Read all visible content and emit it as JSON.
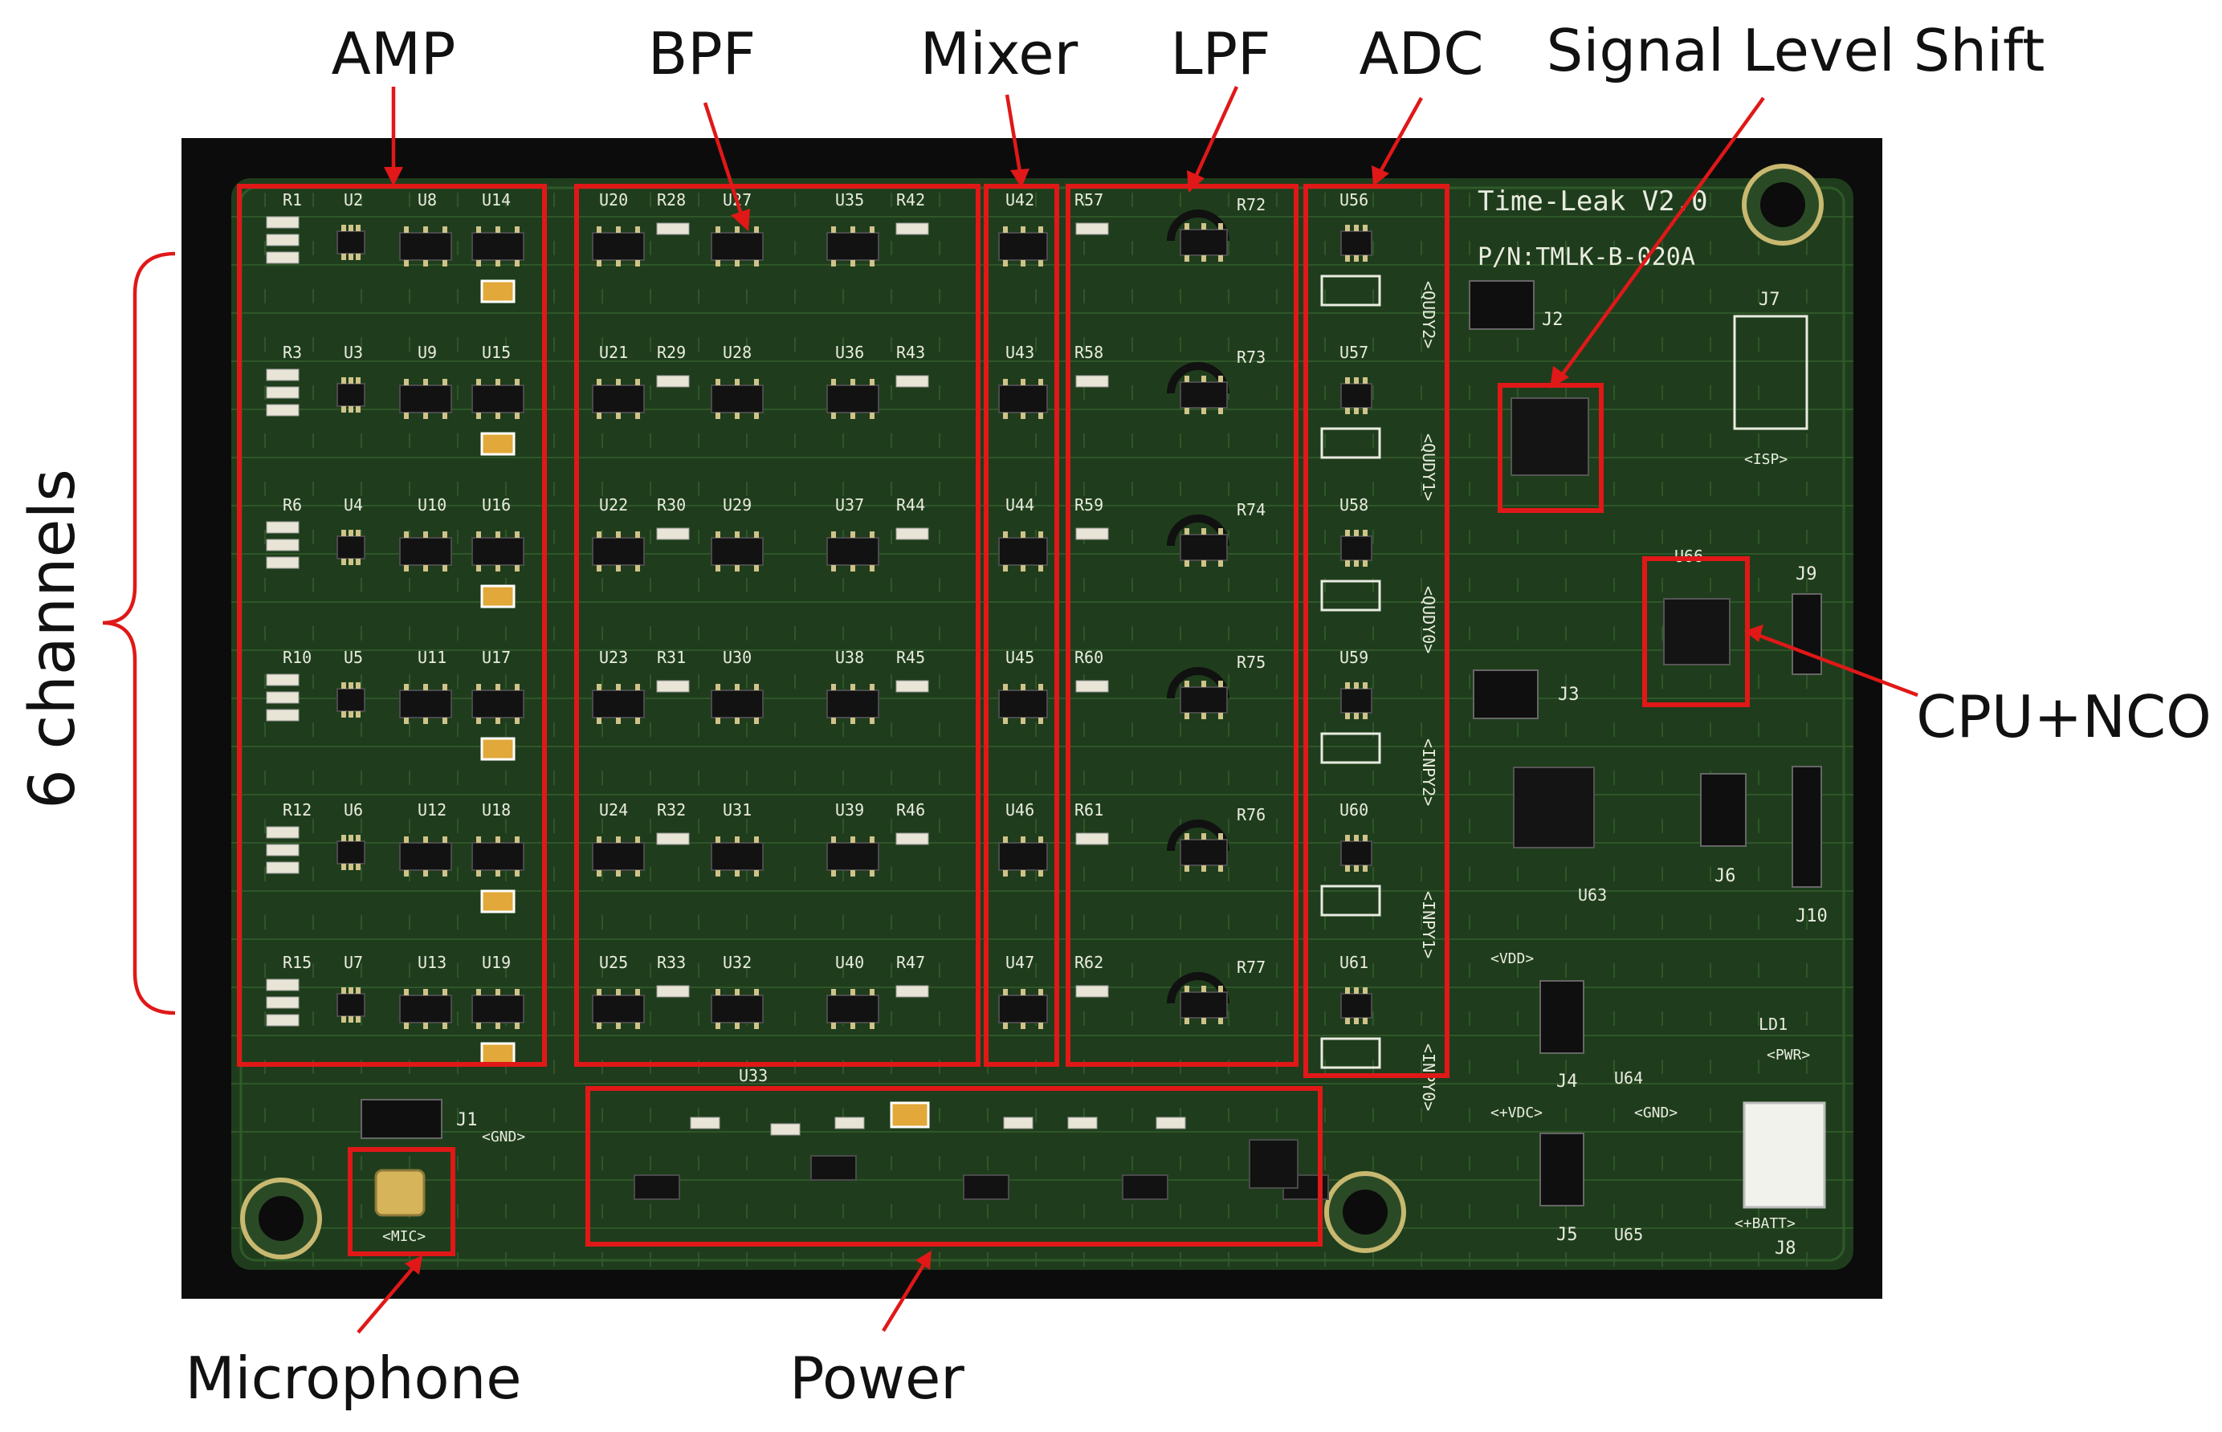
{
  "figure": {
    "labels": {
      "amp": "AMP",
      "bpf": "BPF",
      "mixer": "Mixer",
      "lpf": "LPF",
      "adc": "ADC",
      "signal_level_shift": "Signal Level Shift",
      "cpu_nco": "CPU+NCO",
      "channels": "6 channels",
      "microphone": "Microphone",
      "power": "Power"
    },
    "board": {
      "title": "Time-Leak V2.0",
      "part_number": "P/N:TMLK-B-020A",
      "row_refs": [
        {
          "amp": [
            "R1",
            "U2",
            "U8",
            "U14"
          ],
          "bpf": [
            "U20",
            "R28",
            "U27",
            "U35",
            "R42"
          ],
          "mix": "U42",
          "lpf": [
            "R57",
            "R72"
          ],
          "adc": "U56"
        },
        {
          "amp": [
            "R3",
            "U3",
            "U9",
            "U15"
          ],
          "bpf": [
            "U21",
            "R29",
            "U28",
            "U36",
            "R43"
          ],
          "mix": "U43",
          "lpf": [
            "R58",
            "R73"
          ],
          "adc": "U57"
        },
        {
          "amp": [
            "R6",
            "U4",
            "U10",
            "U16"
          ],
          "bpf": [
            "U22",
            "R30",
            "U29",
            "U37",
            "R44"
          ],
          "mix": "U44",
          "lpf": [
            "R59",
            "R74"
          ],
          "adc": "U58"
        },
        {
          "amp": [
            "R10",
            "U5",
            "U11",
            "U17"
          ],
          "bpf": [
            "U23",
            "R31",
            "U30",
            "U38",
            "R45"
          ],
          "mix": "U45",
          "lpf": [
            "R60",
            "R75"
          ],
          "adc": "U59"
        },
        {
          "amp": [
            "R12",
            "U6",
            "U12",
            "U18"
          ],
          "bpf": [
            "U24",
            "R32",
            "U31",
            "U39",
            "R46"
          ],
          "mix": "U46",
          "lpf": [
            "R61",
            "R76"
          ],
          "adc": "U60"
        },
        {
          "amp": [
            "R15",
            "U7",
            "U13",
            "U19"
          ],
          "bpf": [
            "U25",
            "R33",
            "U32",
            "U40",
            "R47"
          ],
          "mix": "U47",
          "lpf": [
            "R62",
            "R77"
          ],
          "adc": "U61"
        }
      ],
      "adc_tags": [
        "<QUDY2>",
        "<QUDY1>",
        "<QUDY0>",
        "<INPY2>",
        "<INPY1>",
        "<INPY0>"
      ],
      "connectors": [
        "J1",
        "J2",
        "J3",
        "J4",
        "J5",
        "J6",
        "J7",
        "J8",
        "J9",
        "J10"
      ],
      "misc": {
        "mic": "<MIC>",
        "gnd": "<GND>",
        "vdd": "<VDD>",
        "vdc": "<+VDC>",
        "batt": "<+BATT>",
        "pwr": "<PWR>",
        "isp": "<ISP>",
        "u63": "U63",
        "u64": "U64",
        "u65": "U65",
        "u66": "U66",
        "u33": "U33",
        "ld1": "LD1"
      }
    },
    "colors": {
      "annotation": "#e01818",
      "pcb": "#1f3d1c",
      "background": "#0c0c0c"
    }
  }
}
